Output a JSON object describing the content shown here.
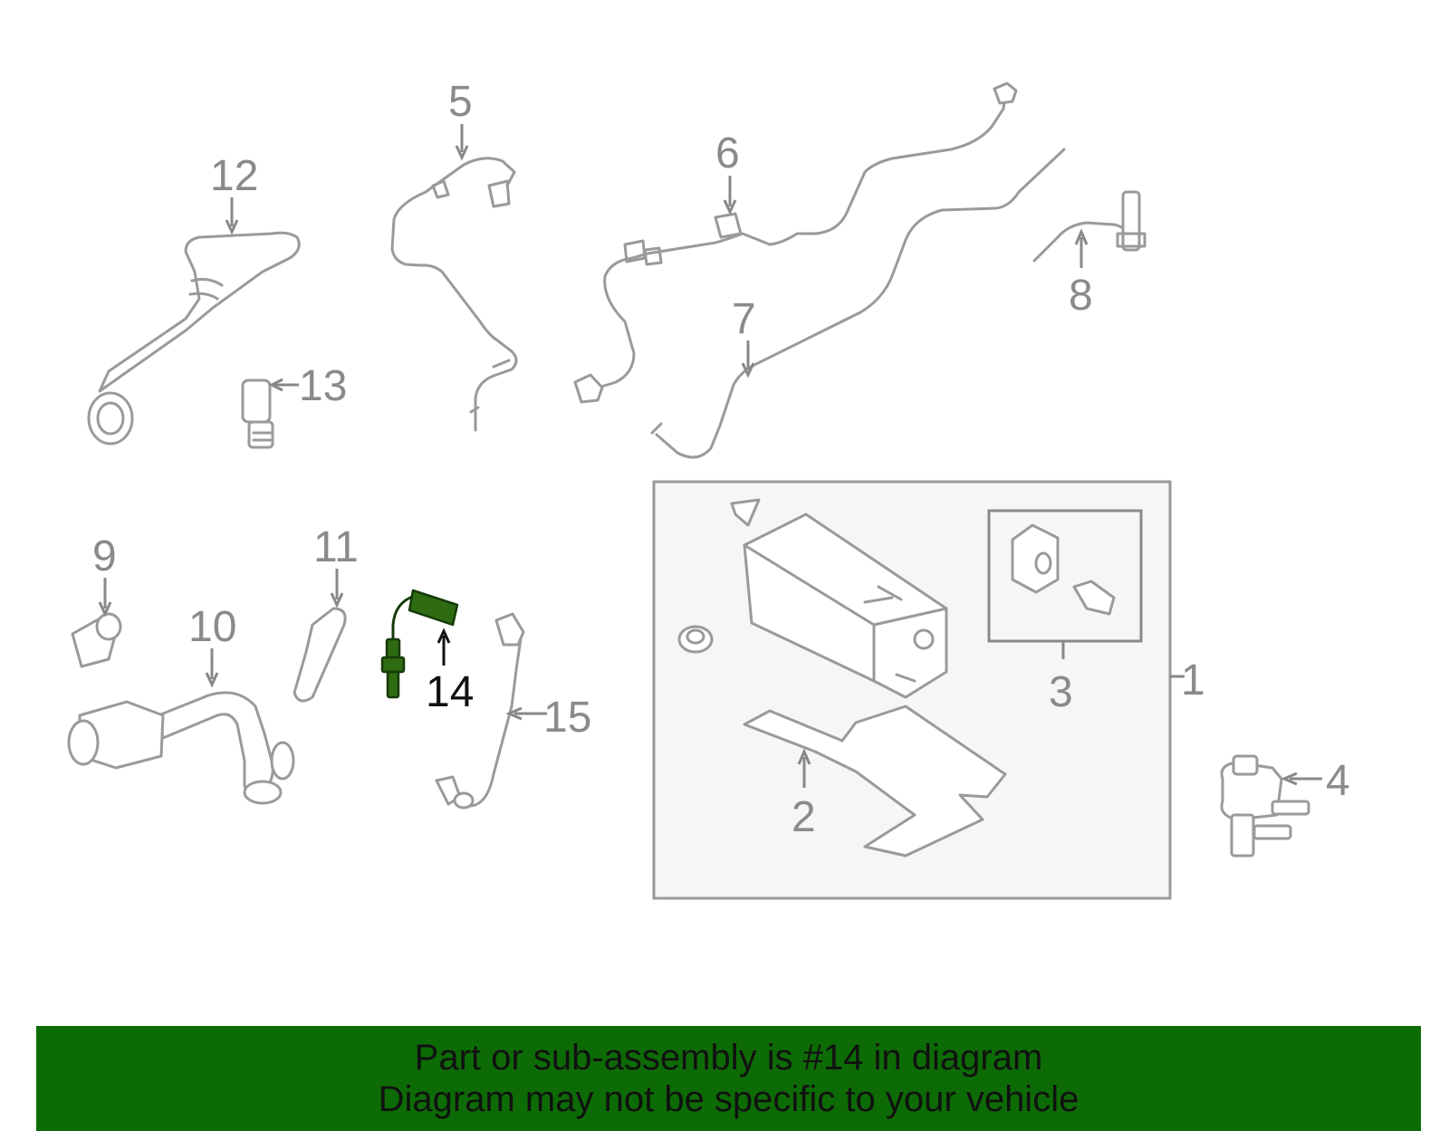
{
  "labels": {
    "p1": "1",
    "p2": "2",
    "p3": "3",
    "p4": "4",
    "p5": "5",
    "p6": "6",
    "p7": "7",
    "p8": "8",
    "p9": "9",
    "p10": "10",
    "p11": "11",
    "p12": "12",
    "p13": "13",
    "p14": "14",
    "p15": "15"
  },
  "highlighted_part": "14",
  "colors": {
    "banner": "#0d6b05",
    "highlight": "#2e6b12",
    "part_stroke": "#9a9a9a"
  },
  "banner": {
    "line1": "Part or sub-assembly is #14 in diagram",
    "line2": "Diagram may not be specific to your vehicle"
  }
}
